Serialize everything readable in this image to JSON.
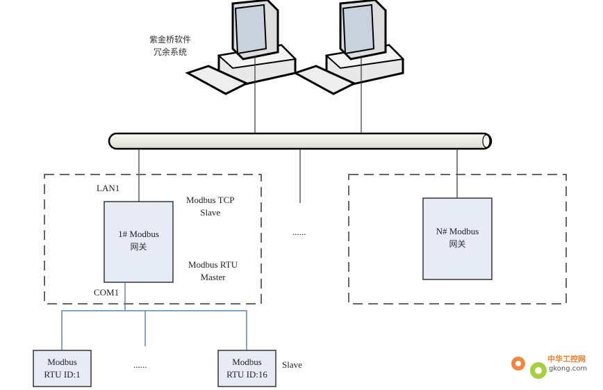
{
  "system_label": {
    "line1": "紫金桥软件",
    "line2": "冗余系统"
  },
  "gateway1": {
    "line1": "1# Modbus",
    "line2": "网关",
    "lan_port": "LAN1",
    "com_port": "COM1",
    "tcp_role": {
      "line1": "Modbus TCP",
      "line2": "Slave"
    },
    "rtu_role": {
      "line1": "Modbus RTU",
      "line2": "Master"
    }
  },
  "gatewayN": {
    "line1": "N# Modbus",
    "line2": "网关"
  },
  "middle_ellipsis": "......",
  "rtu_devices": [
    {
      "line1": "Modbus",
      "line2": "RTU ID:1"
    },
    {
      "line1": "Modbus",
      "line2": "RTU ID:16"
    }
  ],
  "rtu_ellipsis": "......",
  "slave_label": "Slave",
  "watermark": {
    "cn": "中华工控网",
    "en": "gkong.com"
  },
  "colors": {
    "box_fill": "#e6ebf5",
    "rs485_line": "#5a86b8",
    "bus_fill": "#f0f0ea",
    "wm_orange": "#f07a28",
    "wm_green": "#9ccc2c"
  }
}
